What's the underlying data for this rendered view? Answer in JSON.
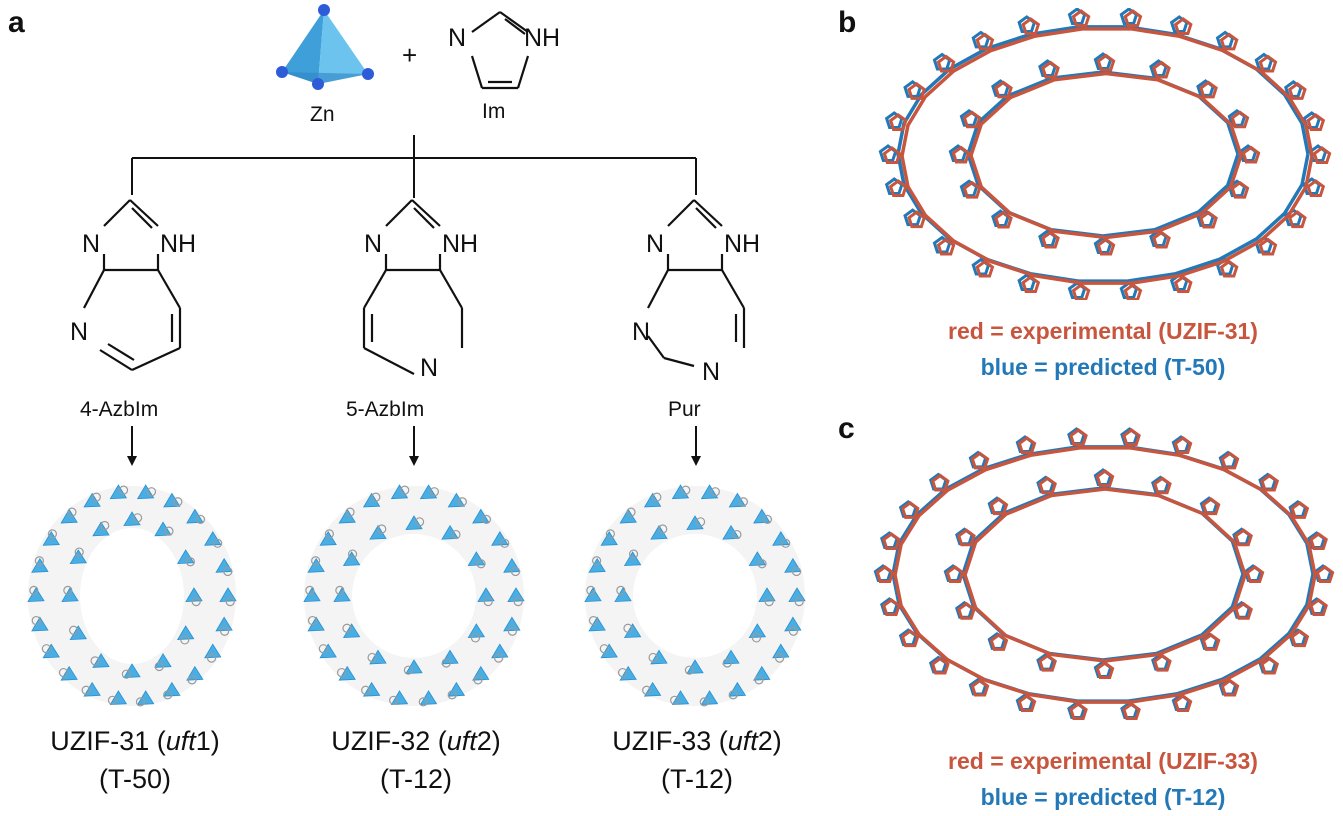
{
  "panels": {
    "a": "a",
    "b": "b",
    "c": "c"
  },
  "reactants": {
    "metal_label": "Zn",
    "plus": "+",
    "linker_label": "Im",
    "atom_N": "N",
    "atom_NH": "NH"
  },
  "linkers": [
    {
      "name": "4-AzbIm",
      "product": "UZIF-31 (",
      "topo": "uft",
      "topo_n": "1)",
      "tag": "(T-50)"
    },
    {
      "name": "5-AzbIm",
      "product": "UZIF-32 (",
      "topo": "uft",
      "topo_n": "2)",
      "tag": "(T-12)"
    },
    {
      "name": "Pur",
      "product": "UZIF-33 (",
      "topo": "uft",
      "topo_n": "2)",
      "tag": "(T-12)"
    }
  ],
  "panel_b": {
    "red_line": "red = experimental (UZIF-31)",
    "blue_line": "blue = predicted (T-50)"
  },
  "panel_c": {
    "red_line": "red = experimental (UZIF-33)",
    "blue_line": "blue = predicted (T-12)"
  },
  "colors": {
    "experimental": "#c8553d",
    "predicted": "#2378b7",
    "tetrahedron": "#48aee3",
    "node": "#2e5bd8"
  }
}
